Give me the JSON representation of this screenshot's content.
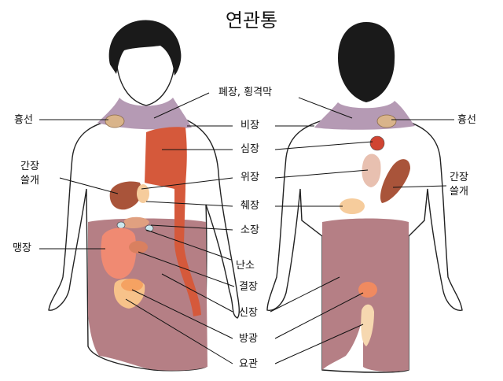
{
  "title": "연관통",
  "labels": {
    "lung_diaphragm": "폐장, 횡격막",
    "spleen": "비장",
    "heart": "심장",
    "stomach": "위장",
    "pancreas": "췌장",
    "small_intestine": "소장",
    "ovary": "난소",
    "colon": "결장",
    "kidney": "신장",
    "bladder": "방광",
    "ureter": "요관",
    "chest_left": "흉선",
    "chest_right": "흉선",
    "liver_left_1": "간장",
    "liver_left_2": "쓸개",
    "liver_right_1": "간장",
    "liver_right_2": "쓸개",
    "appendix": "맹장"
  },
  "colors": {
    "skin_outline": "#222222",
    "lower_body": "#b57f85",
    "neck_band": "#b59ab4",
    "heart_strip": "#d5593b",
    "liver": "#a9543a",
    "appendix_area": "#f08a72",
    "pancreas": "#f6cc9c",
    "kidney_back": "#e8c0b0",
    "bladder": "#f7c28a",
    "ureter": "#f6d8b0",
    "chest_ovals": "#d9b48a",
    "back_heart": "#d04432"
  }
}
